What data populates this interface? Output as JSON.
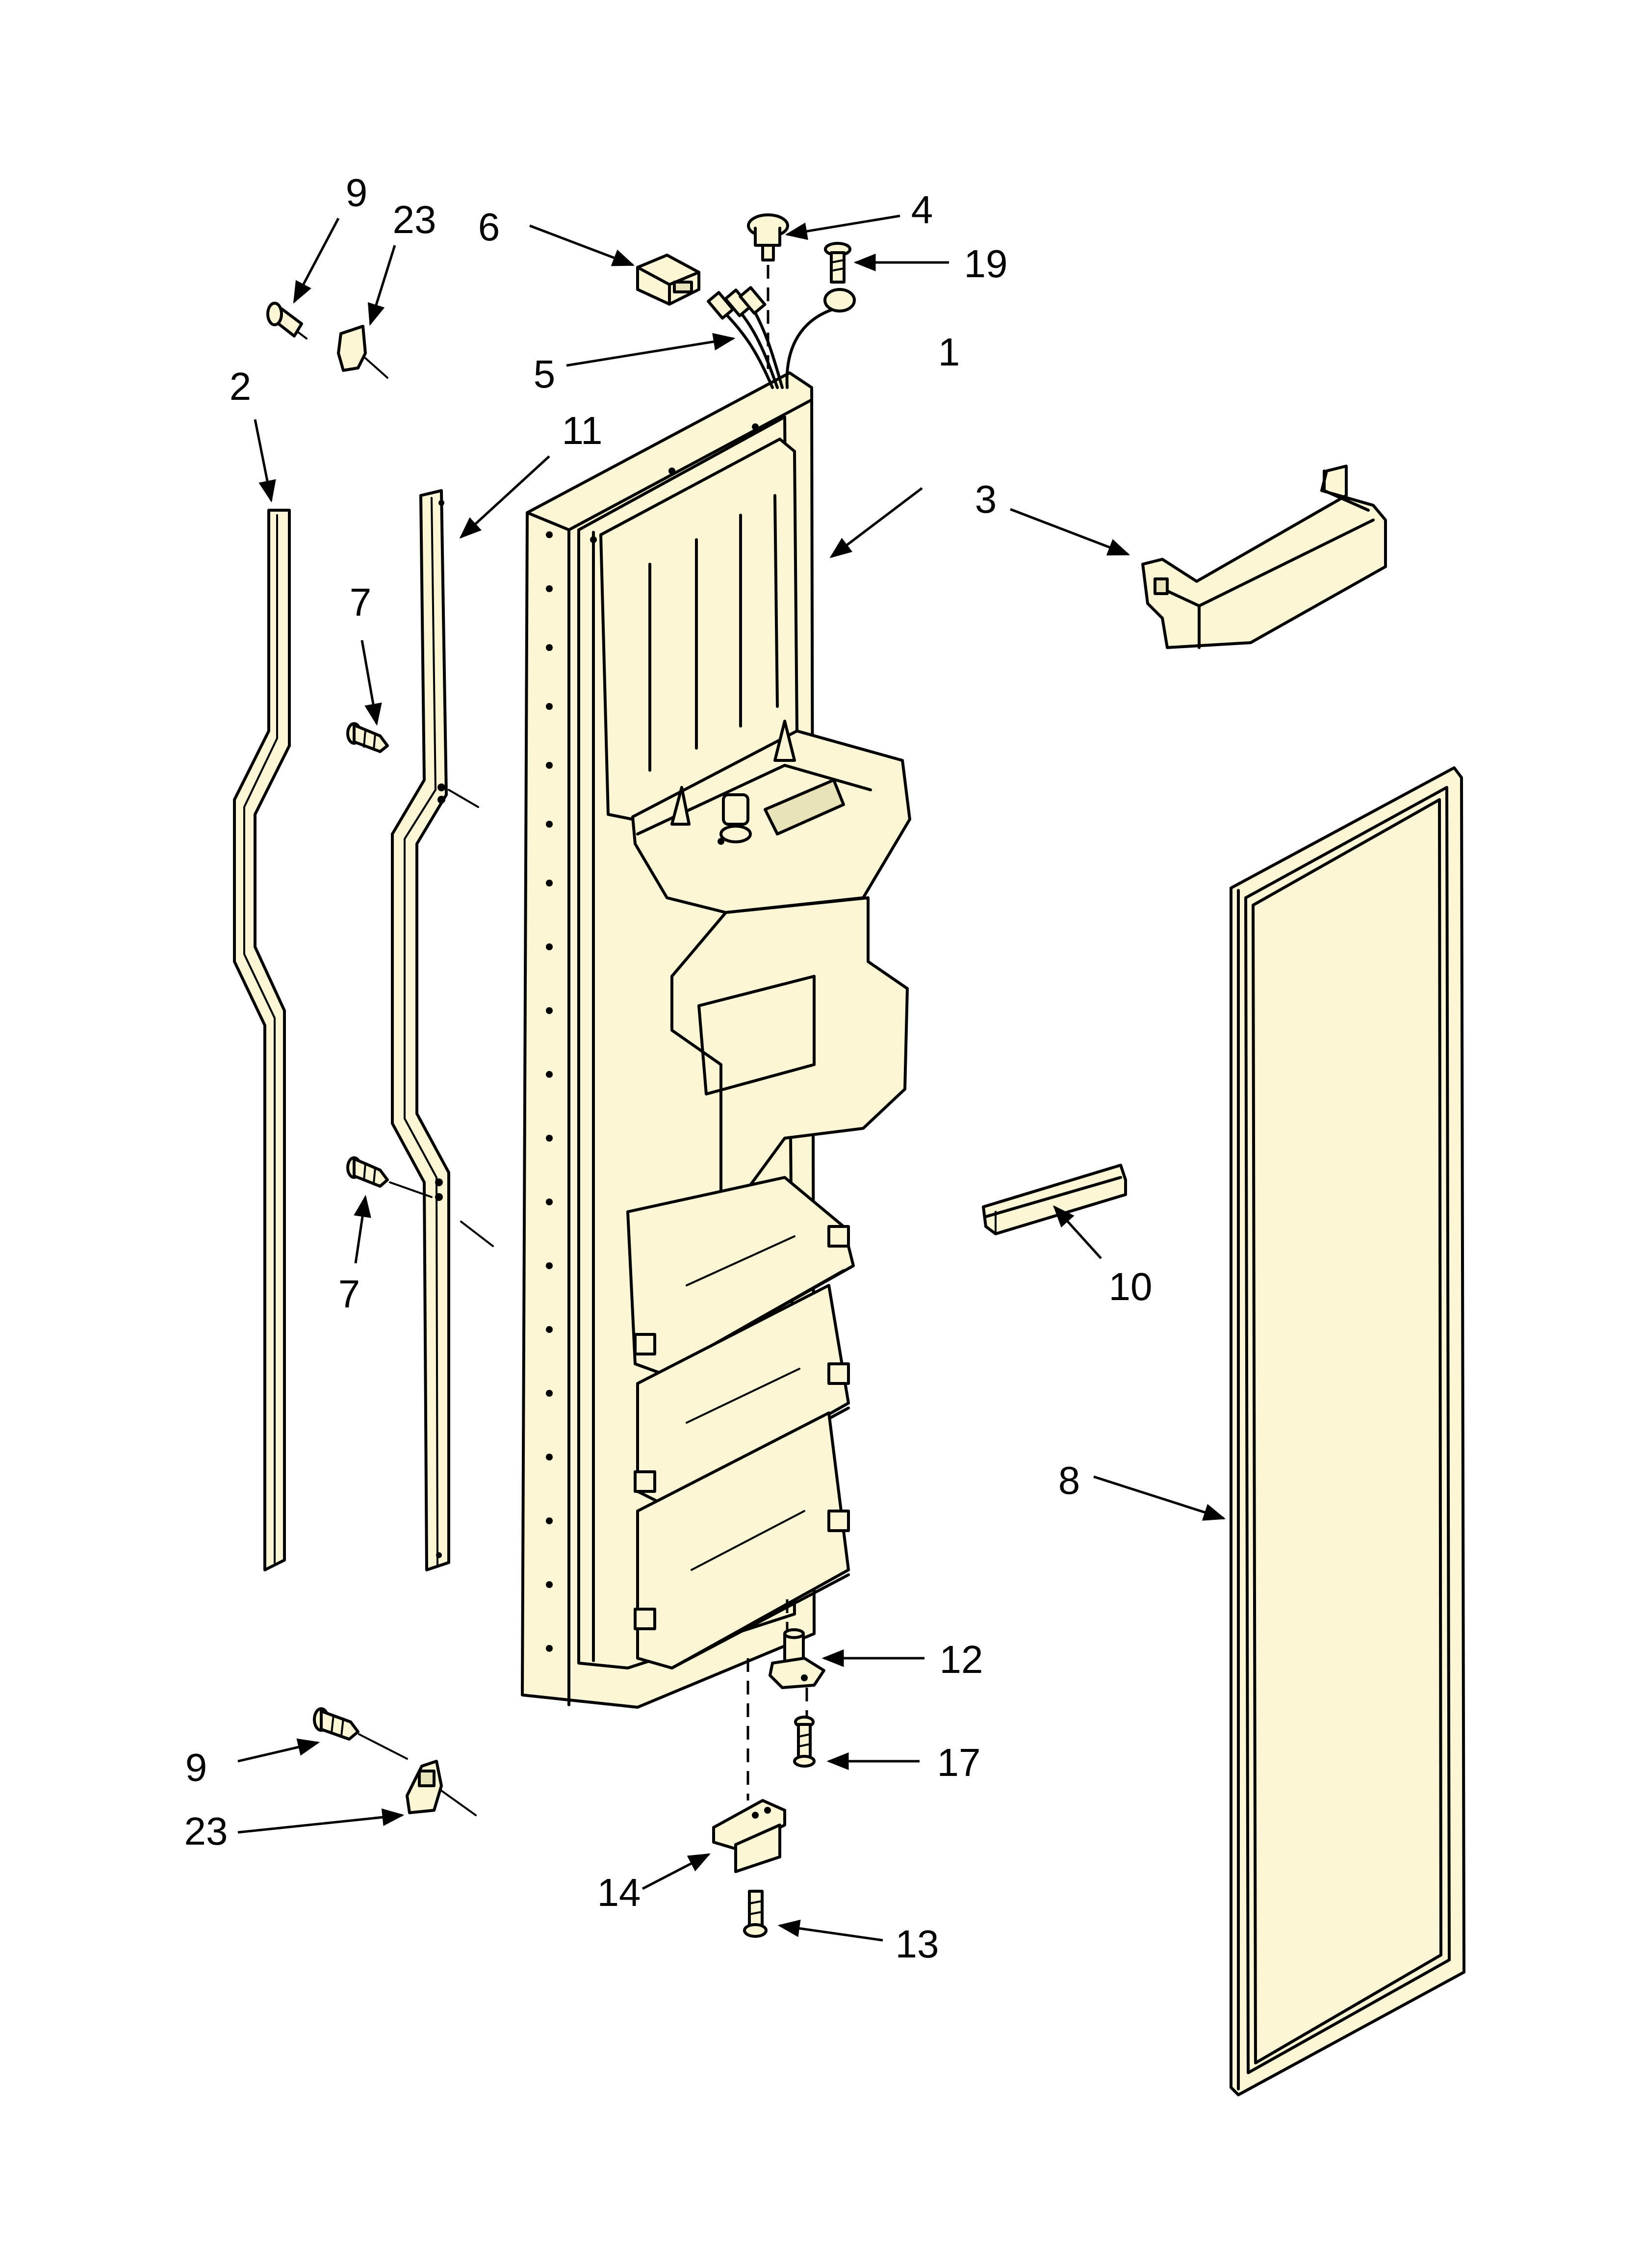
{
  "callouts": {
    "c1": "1",
    "c2": "2",
    "c3": "3",
    "c4": "4",
    "c5": "5",
    "c6": "6",
    "c7a": "7",
    "c7b": "7",
    "c8": "8",
    "c9a": "9",
    "c9b": "9",
    "c10": "10",
    "c11": "11",
    "c12": "12",
    "c13": "13",
    "c14": "14",
    "c17": "17",
    "c19": "19",
    "c23a": "23",
    "c23b": "23"
  },
  "colors": {
    "part_fill": "#fbf7d6",
    "line": "#000000",
    "background": "#ffffff"
  }
}
